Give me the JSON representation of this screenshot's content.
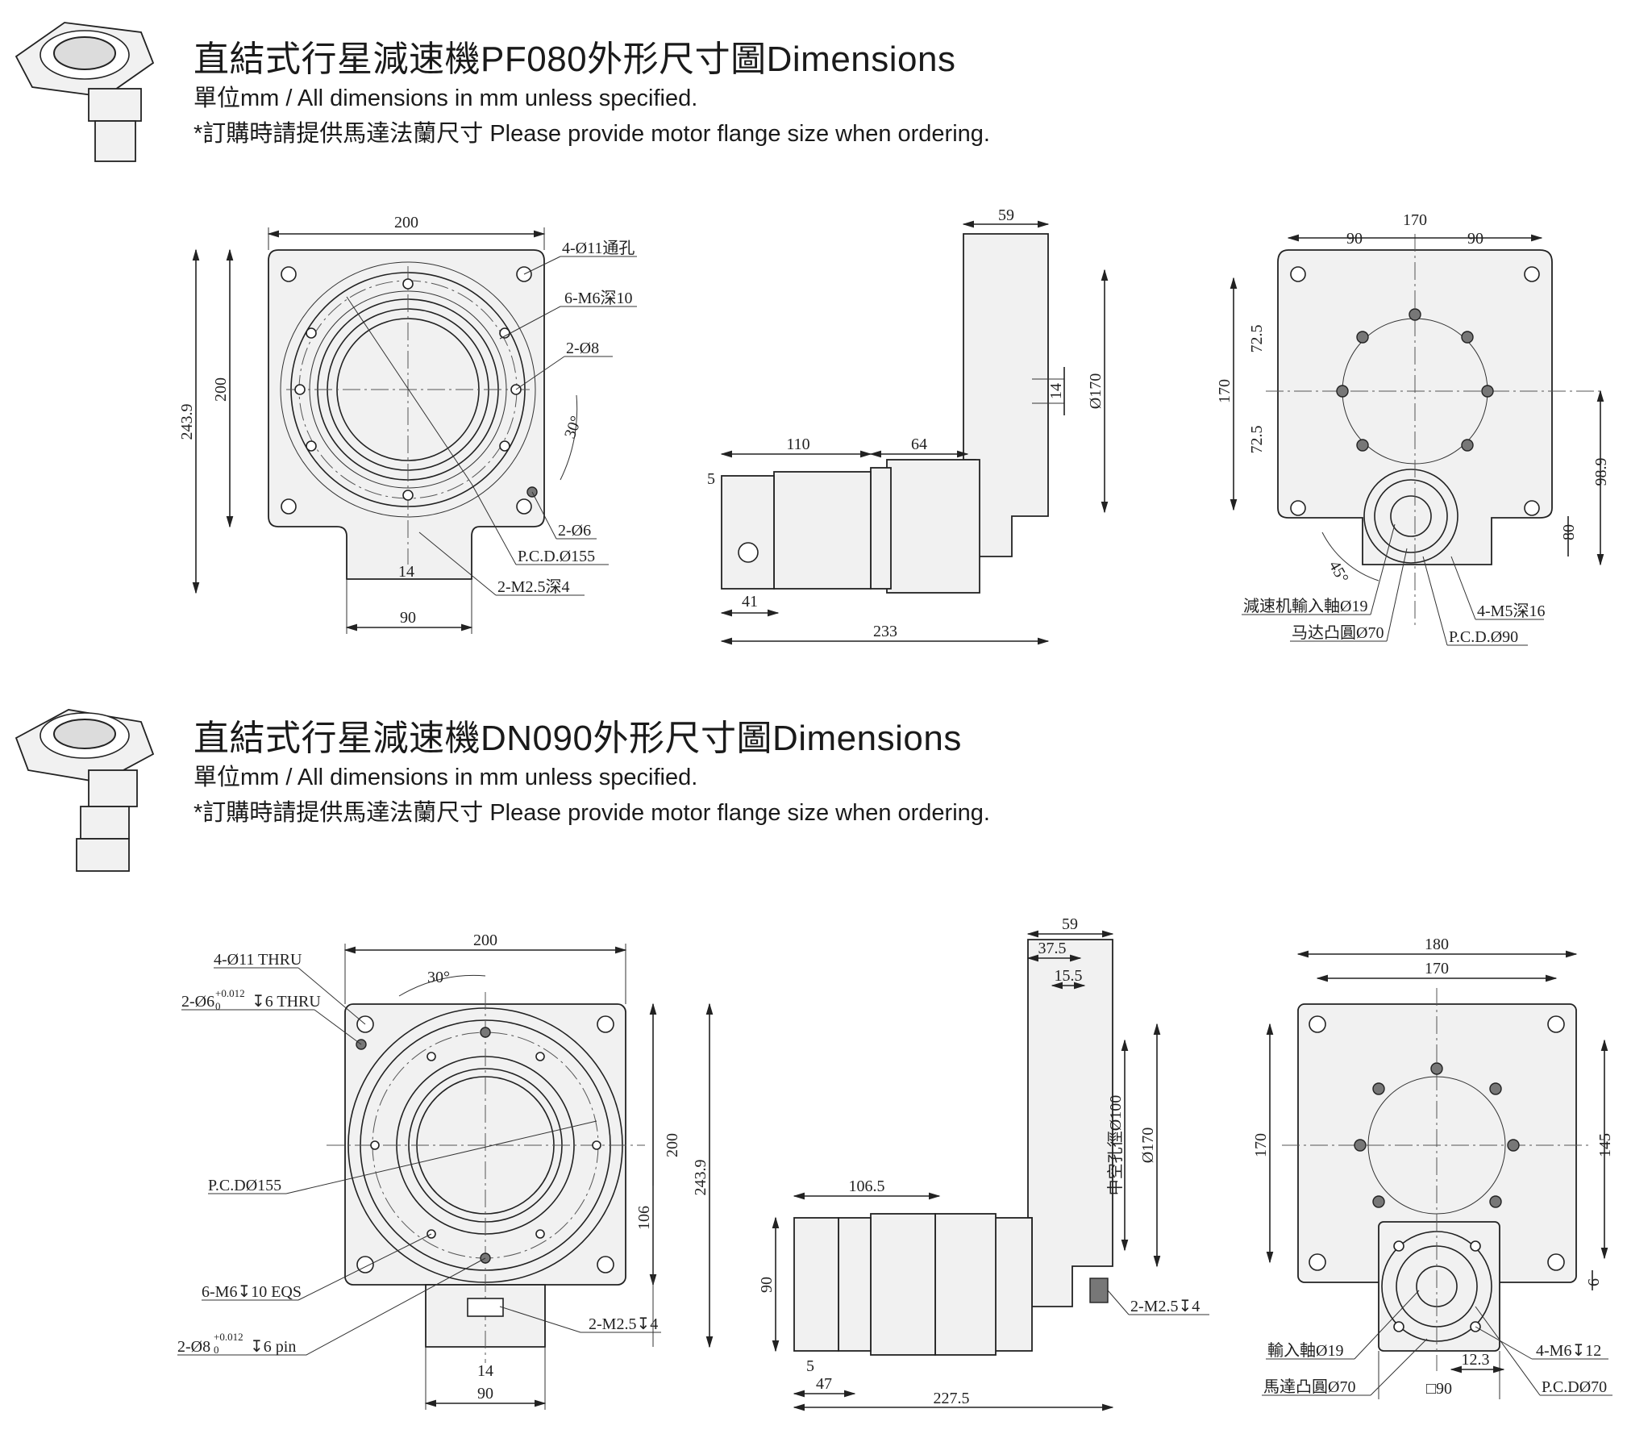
{
  "section1": {
    "title": "直結式行星減速機PF080外形尺寸圖Dimensions",
    "units": "單位mm / All dimensions in mm unless specified.",
    "note": "*訂購時請提供馬達法蘭尺寸 Please provide motor flange size when ordering.",
    "front": {
      "w200": "200",
      "h200": "200",
      "h243": "243.9",
      "w90": "90",
      "d14": "14",
      "holes": "4-Ø11通孔",
      "m6": "6-M6深10",
      "pin8": "2-Ø8",
      "ang": "30°",
      "pin6": "2-Ø6",
      "pcd": "P.C.D.Ø155",
      "m25": "2-M2.5深4"
    },
    "side": {
      "d59": "59",
      "d14": "14",
      "d170": "Ø170",
      "d110": "110",
      "d64": "64",
      "d5": "5",
      "d41": "41",
      "d233": "233"
    },
    "rear": {
      "d170w": "170",
      "d90a": "90",
      "d90b": "90",
      "d72a": "72.5",
      "d72b": "72.5",
      "d170h": "170",
      "d98": "98.9",
      "d80": "80",
      "ang": "45°",
      "shaft": "減速机輸入軸Ø19",
      "boss": "马达凸圓Ø70",
      "m5": "4-M5深16",
      "pcd": "P.C.D.Ø90"
    }
  },
  "section2": {
    "title": "直結式行星減速機DN090外形尺寸圖Dimensions",
    "units": "單位mm / All dimensions in mm unless specified.",
    "note": "*訂購時請提供馬達法蘭尺寸 Please provide motor flange size when ordering.",
    "front": {
      "w200": "200",
      "ang": "30°",
      "holes": "4-Ø11 THRU",
      "pin6": "2-Ø6",
      "tol6": "+0.012",
      "tol6b": "0",
      "pin6d": "↧6 THRU",
      "pcd": "P.C.DØ155",
      "m6": "6-M6↧10 EQS",
      "pin8": "2-Ø8",
      "tol8": "+0.012",
      "tol8b": "0",
      "pin8d": "↧6 pin",
      "m25": "2-M2.5↧4",
      "h200": "200",
      "h243": "243.9",
      "d106": "106",
      "d14": "14",
      "w90": "90"
    },
    "side": {
      "d59": "59",
      "d375": "37.5",
      "d155": "15.5",
      "d100": "中空孔徑Ø100",
      "d170": "Ø170",
      "d1065": "106.5",
      "d90": "90",
      "d5": "5",
      "d47": "47",
      "d2275": "227.5",
      "m25": "2-M2.5↧4"
    },
    "rear": {
      "d180": "180",
      "d170w": "170",
      "d170h": "170",
      "d145": "145",
      "d6": "6",
      "shaft": "輸入軸Ø19",
      "boss": "馬達凸圓Ø70",
      "sq": "□90",
      "d123": "12.3",
      "m6": "4-M6↧12",
      "pcd": "P.C.DØ70"
    }
  }
}
